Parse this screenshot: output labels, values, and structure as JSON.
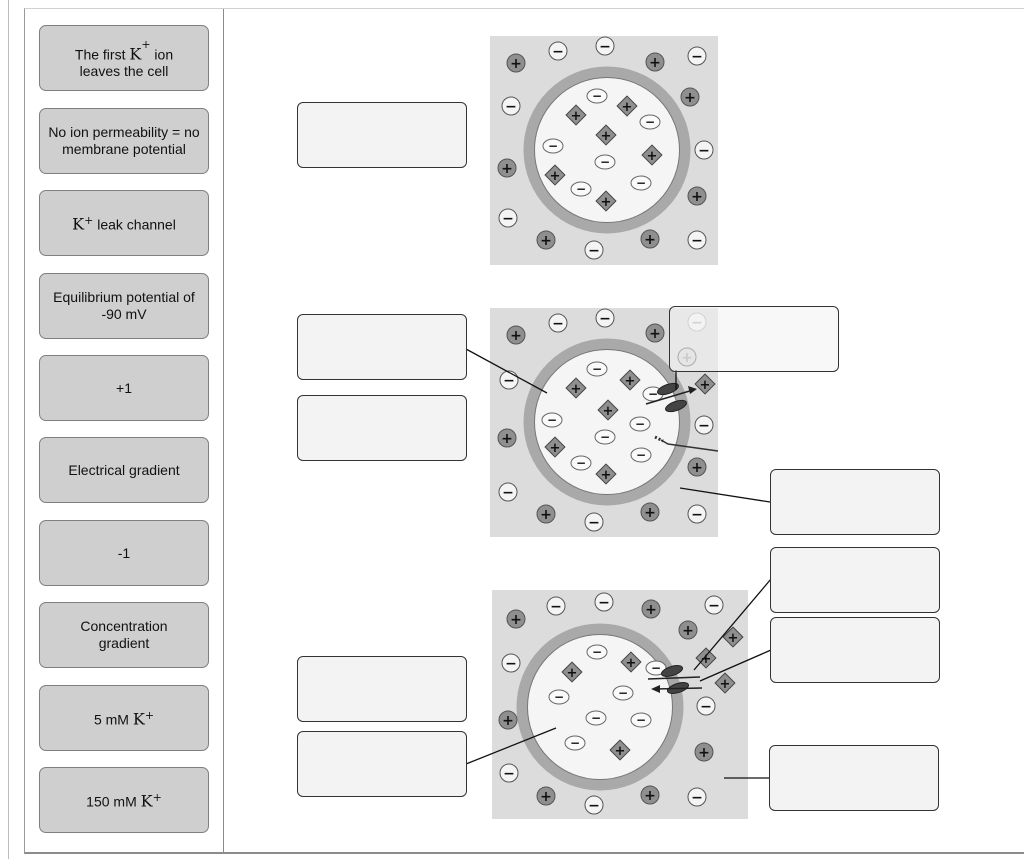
{
  "chips": [
    {
      "id": "first-k-ion",
      "prefix": "The first ",
      "math": "K",
      "sup": "+",
      "suffix": " ion",
      "line2": "leaves the cell"
    },
    {
      "id": "no-permeability",
      "text": "No ion permeability = no membrane potential"
    },
    {
      "id": "k-leak-channel",
      "prefix": "",
      "math": "K",
      "sup": "+",
      "suffix": " leak channel"
    },
    {
      "id": "equilibrium-potential",
      "text": "Equilibrium potential of -90 mV"
    },
    {
      "id": "plus-one",
      "text": "+1"
    },
    {
      "id": "electrical-gradient",
      "text": "Electrical gradient"
    },
    {
      "id": "minus-one",
      "text": "-1"
    },
    {
      "id": "concentration-gradient",
      "text": "Concentration gradient"
    },
    {
      "id": "five-mm-k",
      "prefix": "5 mM ",
      "math": "K",
      "sup": "+",
      "suffix": ""
    },
    {
      "id": "onefifty-mm-k",
      "prefix": "150 mM ",
      "math": "K",
      "sup": "+",
      "suffix": ""
    }
  ],
  "ion_labels": {
    "plus": "+",
    "minus": "−"
  },
  "colors": {
    "panel": "#dcdcdc",
    "chip": "#cfcfcf",
    "drop": "#f3f3f3",
    "membrane": "#a9a9a9",
    "cation": "#8f8f8f",
    "anion": "#f4f4f4"
  }
}
